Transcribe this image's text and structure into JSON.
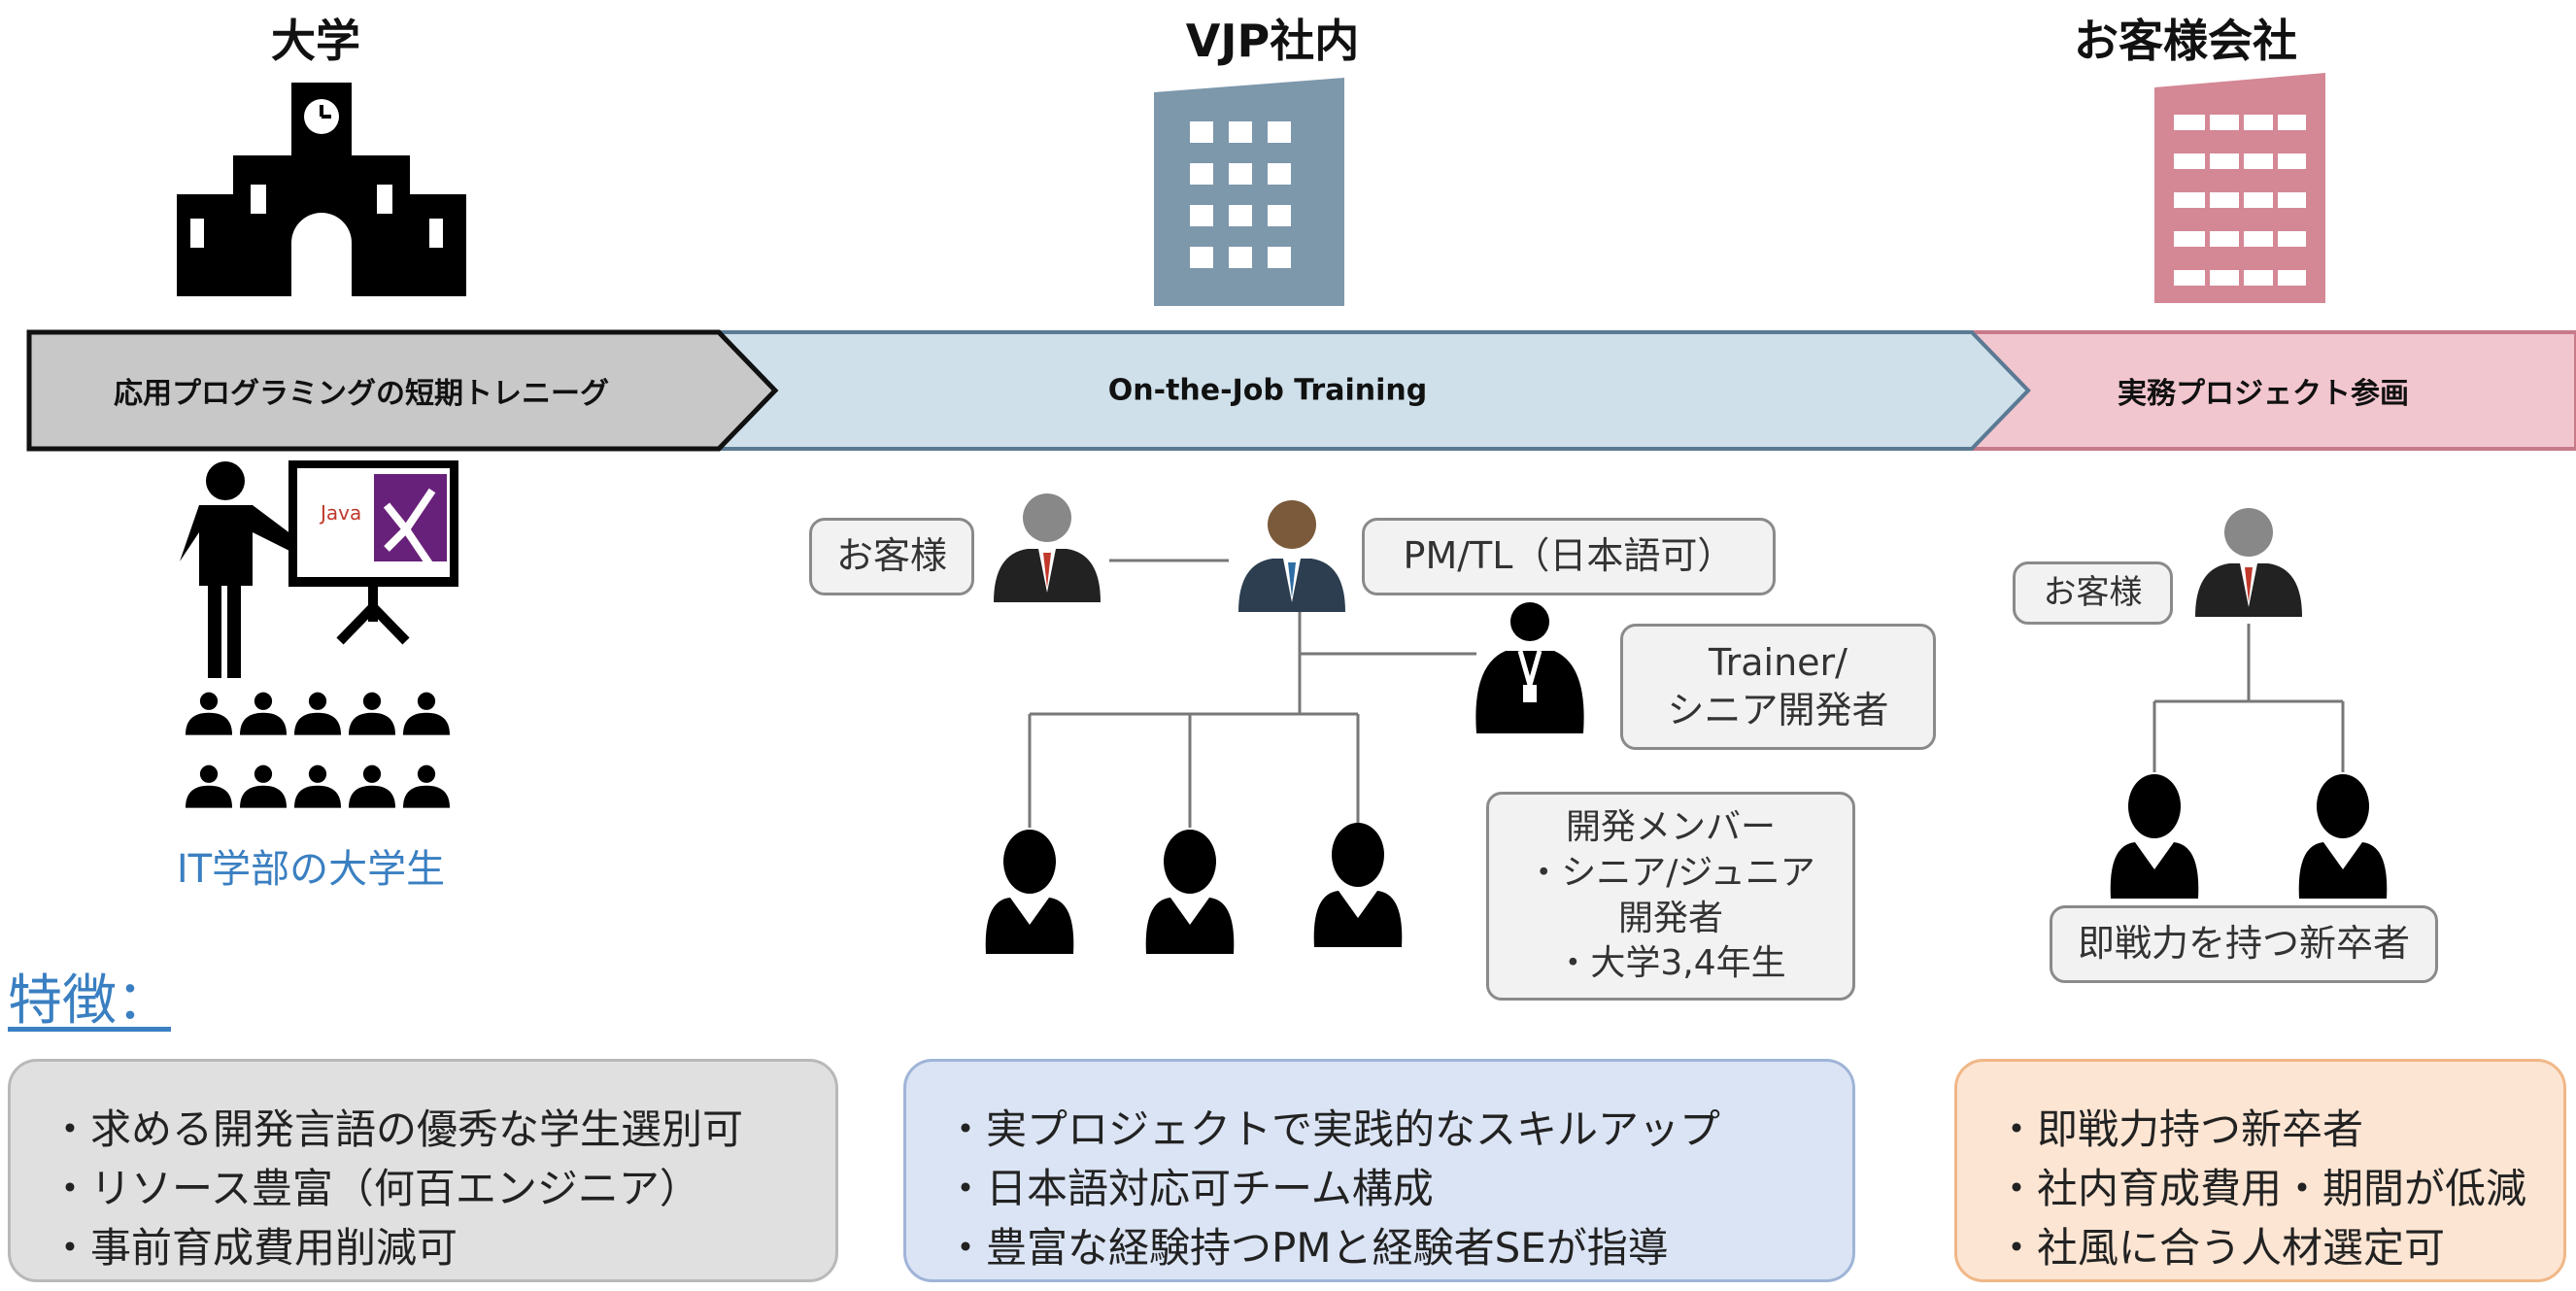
{
  "columns": {
    "university": {
      "title": "大学",
      "students_label": "IT学部の大学生",
      "board_java": "Java"
    },
    "vjp": {
      "title": "VJP社内",
      "customer": "お客様",
      "pm": "PM/TL（日本語可）",
      "trainer_line1": "Trainer/",
      "trainer_line2": "シニア開発者",
      "members_lines": [
        "開発メンバー",
        "・シニア/ジュニア",
        "開発者",
        "・大学3,4年生"
      ]
    },
    "client": {
      "title": "お客様会社",
      "customer": "お客様",
      "newgrad": "即戦力を持つ新卒者"
    }
  },
  "phases": [
    {
      "label": "応用プログラミングの短期トレニーグ"
    },
    {
      "label": "On-the-Job Training"
    },
    {
      "label": "実務プロジェクト参画"
    }
  ],
  "features_title": "特徴：",
  "features": [
    {
      "items": [
        "・求める開発言語の優秀な学生選別可",
        "・リソース豊富（何百エンジニア）",
        "・事前育成費用削減可"
      ]
    },
    {
      "items": [
        "・実プロジェクトで実践的なスキルアップ",
        "・日本語対応可チーム構成",
        "・豊富な経験持つPMと経験者SEが指導"
      ]
    },
    {
      "items": [
        "・即戦力持つ新卒者",
        "・社内育成費用・期間が低減",
        "・社風に合う人材選定可"
      ]
    }
  ],
  "colors": {
    "phase1": "#c8c8c8",
    "phase2": "#cfe0ea",
    "phase3": "#f2c6cf",
    "vjp_building": "#7d97ab",
    "client_building": "#d48795",
    "feature1_bg": "#e0e0e0",
    "feature2_bg": "#dbe4f4",
    "feature3_bg": "#fde5d3",
    "student_text": "#3a7fc1",
    "features_title": "#3a7fc1"
  }
}
